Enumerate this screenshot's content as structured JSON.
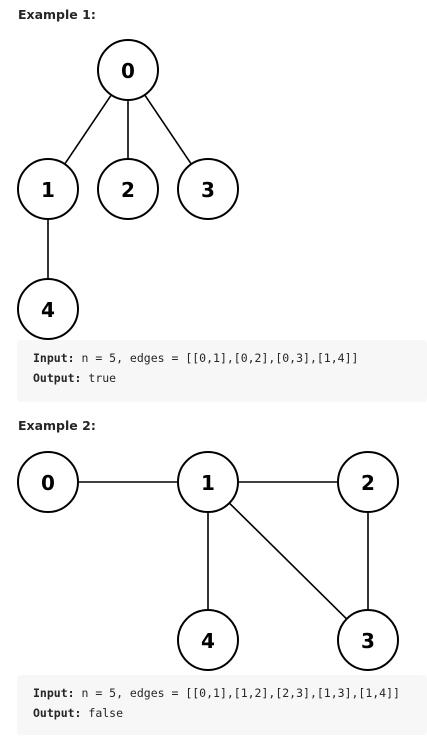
{
  "examples": [
    {
      "heading": "Example 1:",
      "nodes": [
        {
          "id": "0",
          "label": "0"
        },
        {
          "id": "1",
          "label": "1"
        },
        {
          "id": "2",
          "label": "2"
        },
        {
          "id": "3",
          "label": "3"
        },
        {
          "id": "4",
          "label": "4"
        }
      ],
      "edges": [
        [
          "0",
          "1"
        ],
        [
          "0",
          "2"
        ],
        [
          "0",
          "3"
        ],
        [
          "1",
          "4"
        ]
      ],
      "input_label": "Input:",
      "input_value": " n = 5, edges = [[0,1],[0,2],[0,3],[1,4]]",
      "output_label": "Output:",
      "output_value": " true"
    },
    {
      "heading": "Example 2:",
      "nodes": [
        {
          "id": "0",
          "label": "0"
        },
        {
          "id": "1",
          "label": "1"
        },
        {
          "id": "2",
          "label": "2"
        },
        {
          "id": "3",
          "label": "3"
        },
        {
          "id": "4",
          "label": "4"
        }
      ],
      "edges": [
        [
          "0",
          "1"
        ],
        [
          "1",
          "2"
        ],
        [
          "2",
          "3"
        ],
        [
          "1",
          "3"
        ],
        [
          "1",
          "4"
        ]
      ],
      "input_label": "Input:",
      "input_value": " n = 5, edges = [[0,1],[1,2],[2,3],[1,3],[1,4]]",
      "output_label": "Output:",
      "output_value": " false"
    }
  ]
}
